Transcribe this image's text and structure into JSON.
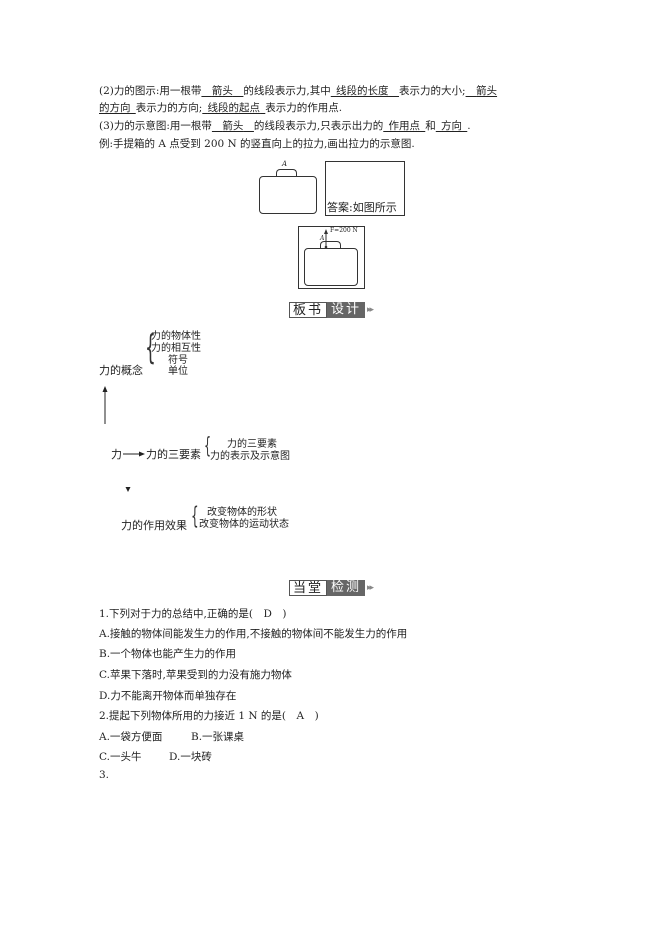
{
  "para2": {
    "l1_a": "(2)力的图示:用一根带",
    "l1_b1": "箭头",
    "l1_c": "的线段表示力,其中",
    "l1_b2": "线段的长度",
    "l1_d": "表示力的大小;",
    "l1_b3": "箭头",
    "l2_b1": "的方向",
    "l2_c": "表示力的方向;",
    "l2_b2": "线段的起点",
    "l2_d": "表示力的作用点."
  },
  "para3": {
    "l1_a": "(3)力的示意图:用一根带",
    "l1_b1": "箭头",
    "l1_c": "的线段表示力,只表示出力的",
    "l1_b2": "作用点",
    "l1_d": "和",
    "l1_b3": "方向",
    "l1_e": ".",
    "example": "例:手提箱的 A 点受到 200 N 的竖直向上的拉力,画出拉力的示意图."
  },
  "figure": {
    "point_label": "A",
    "answer_text": "答案:如图所示",
    "force_label": "F=200 N"
  },
  "board_design": {
    "header_white": "板书",
    "header_dark": "设计",
    "concept": "力的概念",
    "concept_items": [
      "力的物体性",
      "力的相互性",
      "符号",
      "单位"
    ],
    "three_elements_prefix": "力",
    "three_elements": "力的三要素",
    "three_items": [
      "力的三要素",
      "力的表示及示意图"
    ],
    "effect": "力的作用效果",
    "effect_items": [
      "改变物体的形状",
      "改变物体的运动状态"
    ]
  },
  "quiz": {
    "header_white": "当堂",
    "header_dark": "检测",
    "q1": "1.下列对于力的总结中,正确的是(　D　)",
    "q1_options": [
      "A.接触的物体间能发生力的作用,不接触的物体间不能发生力的作用",
      "B.一个物体也能产生力的作用",
      "C.苹果下落时,苹果受到的力没有施力物体",
      "D.力不能离开物体而单独存在"
    ],
    "q2": "2.提起下列物体所用的力接近 1 N 的是(　A　)",
    "q2_row1": [
      "A.一袋方便面",
      "B.一张课桌"
    ],
    "q2_row2": [
      "C.一头牛",
      "D.一块砖"
    ],
    "q3": "3."
  }
}
